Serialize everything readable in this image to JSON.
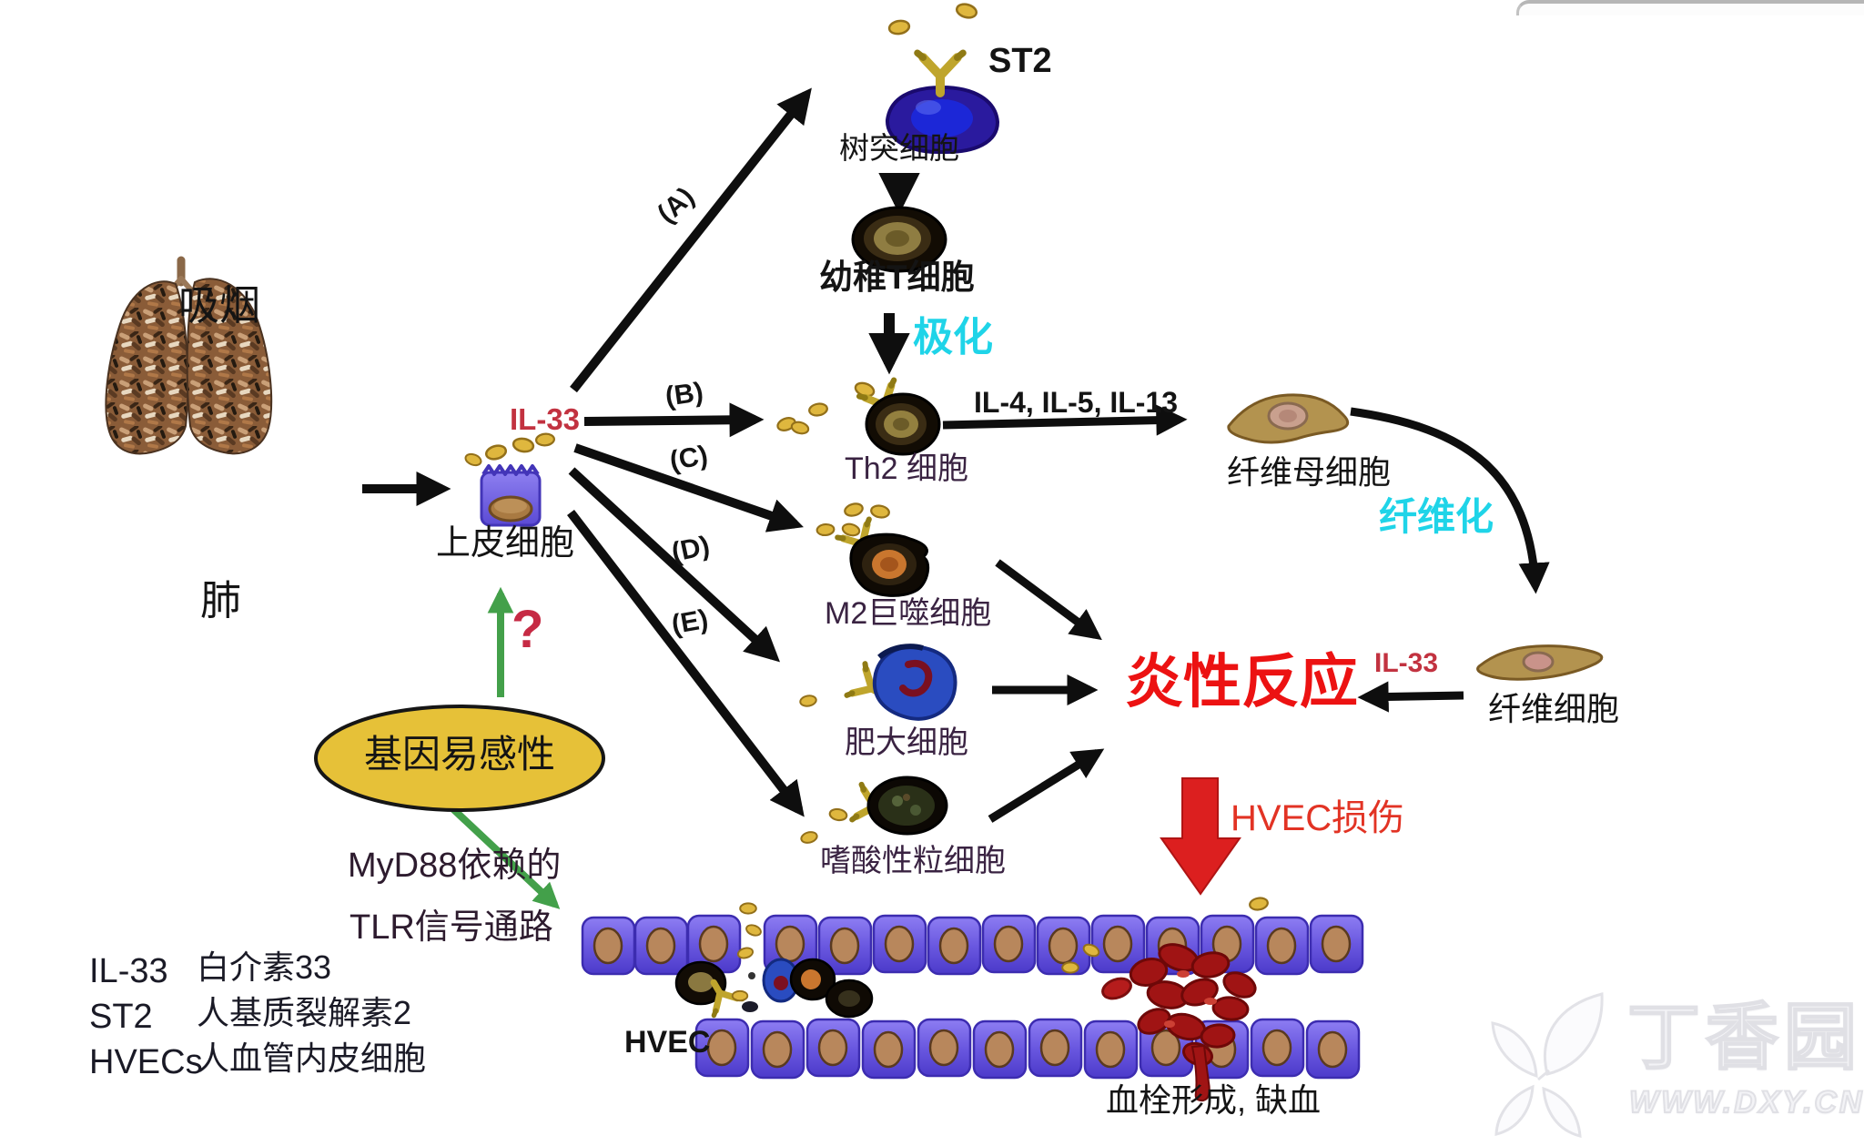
{
  "diagram": {
    "nodes": {
      "smoking": "吸烟",
      "lung": "肺",
      "il33": "IL-33",
      "epithelial_cell": "上皮细胞",
      "st2_receptor": "ST2",
      "dendritic_cell": "树突细胞",
      "naive_t_cell": "幼稚T细胞",
      "polarization": "极化",
      "th2_cell": "Th2 细胞",
      "cytokines": "IL-4, IL-5, IL-13",
      "fibroblast": "纤维母细胞",
      "fibrosis": "纤维化",
      "fibrocyte": "纤维细胞",
      "il33_from_fibrocyte": "IL-33",
      "m2_macrophage": "M2巨噬细胞",
      "mast_cell": "肥大细胞",
      "eosinophil": "嗜酸性粒细胞",
      "inflammatory_response": "炎性反应",
      "hvec_damage": "HVEC损伤",
      "genetic_susceptibility": "基因易感性",
      "uncertainty_mark": "?",
      "myd88_pathway_line1": "MyD88依赖的",
      "myd88_pathway_line2": "TLR信号通路",
      "hvec": "HVEC",
      "thrombosis_ischemia": "血栓形成, 缺血"
    },
    "pathway_labels": [
      "(A)",
      "(B)",
      "(C)",
      "(D)",
      "(E)"
    ],
    "legend": {
      "rows": [
        {
          "abbr": "IL-33",
          "definition": "白介素33"
        },
        {
          "abbr": "ST2",
          "definition": "人基质裂解素2"
        },
        {
          "abbr": "HVECs",
          "definition": "人血管内皮细胞"
        }
      ]
    },
    "watermark": {
      "brand": "丁香园",
      "url": "WWW.DXY.CN",
      "logo": "leaf-logo"
    },
    "colors": {
      "il33_red": "#c23240",
      "inflammation_red": "#ec1212",
      "highlight_cyan": "#1fd4e8",
      "arrow_green": "#43a04a",
      "ellipse_yellow": "#e6c138",
      "damage_arrow_red": "#dc1f1f"
    }
  }
}
